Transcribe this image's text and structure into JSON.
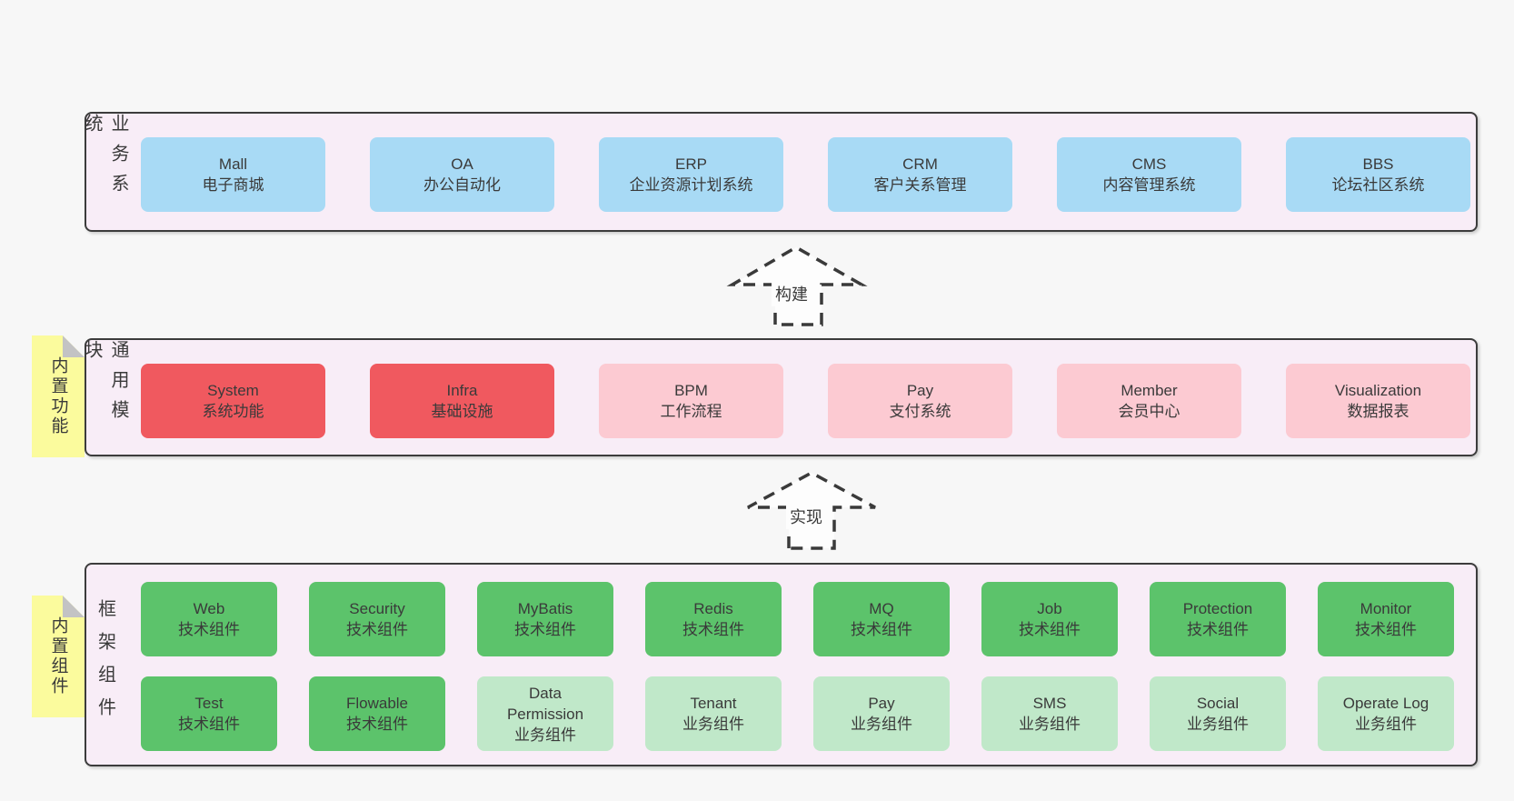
{
  "colors": {
    "background": "#f7f7f7",
    "container_fill": "#f8edf7",
    "container_border": "#3c3c3c",
    "blue": "#a8daf5",
    "red": "#f0595f",
    "pink": "#fccad2",
    "green": "#5cc36b",
    "light_green": "#c0e8c9",
    "sticky_yellow": "#fbfb9d",
    "sticky_fold": "#c3c3c4",
    "text": "#3a3a3a"
  },
  "layers": [
    {
      "side_label": "业务系统",
      "items": [
        {
          "name": "Mall",
          "desc": "电子商城",
          "variant": "blue"
        },
        {
          "name": "OA",
          "desc": "办公自动化",
          "variant": "blue"
        },
        {
          "name": "ERP",
          "desc": "企业资源计划系统",
          "variant": "blue"
        },
        {
          "name": "CRM",
          "desc": "客户关系管理",
          "variant": "blue"
        },
        {
          "name": "CMS",
          "desc": "内容管理系统",
          "variant": "blue"
        },
        {
          "name": "BBS",
          "desc": "论坛社区系统",
          "variant": "blue"
        }
      ]
    },
    {
      "side_label": "通用模块",
      "sticky": "内置功能",
      "items": [
        {
          "name": "System",
          "desc": "系统功能",
          "variant": "red"
        },
        {
          "name": "Infra",
          "desc": "基础设施",
          "variant": "red"
        },
        {
          "name": "BPM",
          "desc": "工作流程",
          "variant": "pink"
        },
        {
          "name": "Pay",
          "desc": "支付系统",
          "variant": "pink"
        },
        {
          "name": "Member",
          "desc": "会员中心",
          "variant": "pink"
        },
        {
          "name": "Visualization",
          "desc": "数据报表",
          "variant": "pink"
        }
      ]
    },
    {
      "side_label": "框架组件",
      "sticky": "内置组件",
      "rows": [
        [
          {
            "name": "Web",
            "desc": "技术组件",
            "variant": "green"
          },
          {
            "name": "Security",
            "desc": "技术组件",
            "variant": "green"
          },
          {
            "name": "MyBatis",
            "desc": "技术组件",
            "variant": "green"
          },
          {
            "name": "Redis",
            "desc": "技术组件",
            "variant": "green"
          },
          {
            "name": "MQ",
            "desc": "技术组件",
            "variant": "green"
          },
          {
            "name": "Job",
            "desc": "技术组件",
            "variant": "green"
          },
          {
            "name": "Protection",
            "desc": "技术组件",
            "variant": "green"
          },
          {
            "name": "Monitor",
            "desc": "技术组件",
            "variant": "green"
          }
        ],
        [
          {
            "name": "Test",
            "desc": "技术组件",
            "variant": "green"
          },
          {
            "name": "Flowable",
            "desc": "技术组件",
            "variant": "green"
          },
          {
            "name": "Data Permission",
            "desc": "业务组件",
            "variant": "lightgreen"
          },
          {
            "name": "Tenant",
            "desc": "业务组件",
            "variant": "lightgreen"
          },
          {
            "name": "Pay",
            "desc": "业务组件",
            "variant": "lightgreen"
          },
          {
            "name": "SMS",
            "desc": "业务组件",
            "variant": "lightgreen"
          },
          {
            "name": "Social",
            "desc": "业务组件",
            "variant": "lightgreen"
          },
          {
            "name": "Operate Log",
            "desc": "业务组件",
            "variant": "lightgreen"
          }
        ]
      ]
    }
  ],
  "arrows": [
    {
      "label": "构建"
    },
    {
      "label": "实现"
    }
  ]
}
